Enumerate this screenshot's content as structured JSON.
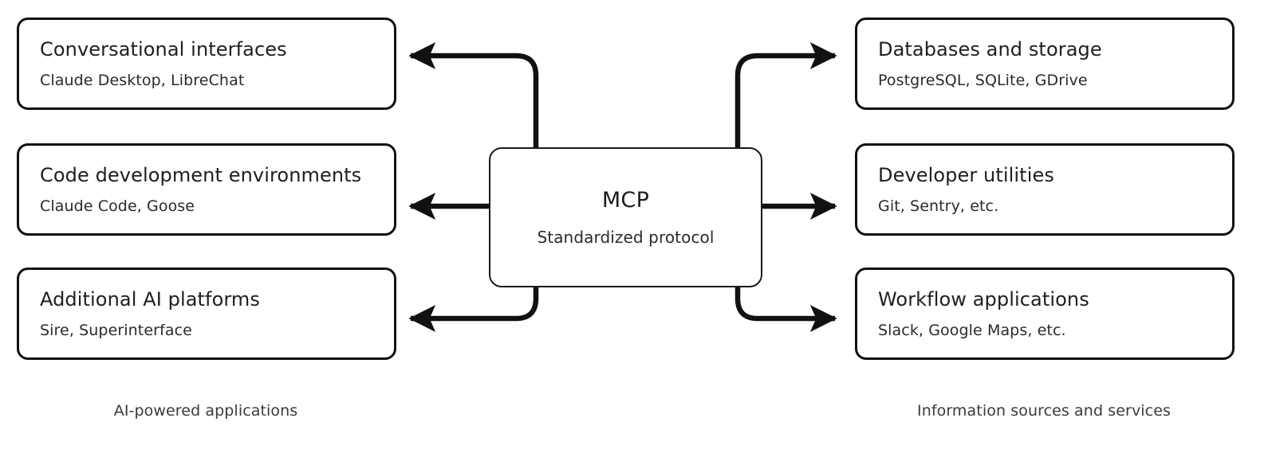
{
  "diagram": {
    "type": "hub-and-spoke",
    "background_color": "#ffffff",
    "stroke_color": "#111111",
    "text_color": "#202020"
  },
  "hub": {
    "title": "MCP",
    "subtitle": "Standardized protocol"
  },
  "left_group": {
    "caption": "AI-powered applications",
    "arrow_direction": "hub-to-node",
    "nodes": [
      {
        "title": "Conversational interfaces",
        "subtitle": "Claude Desktop, LibreChat"
      },
      {
        "title": "Code development environments",
        "subtitle": "Claude Code, Goose"
      },
      {
        "title": "Additional AI platforms",
        "subtitle": "Sire, Superinterface"
      }
    ]
  },
  "right_group": {
    "caption": "Information sources and services",
    "arrow_direction": "hub-to-node",
    "nodes": [
      {
        "title": "Databases and storage",
        "subtitle": "PostgreSQL, SQLite, GDrive"
      },
      {
        "title": "Developer utilities",
        "subtitle": "Git, Sentry, etc."
      },
      {
        "title": "Workflow applications",
        "subtitle": "Slack, Google Maps, etc."
      }
    ]
  }
}
